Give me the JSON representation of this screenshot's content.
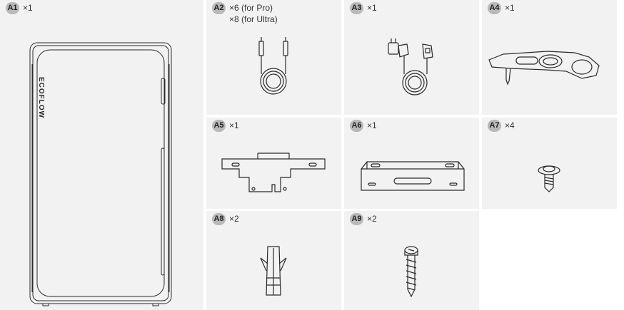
{
  "brand": "ECOFLOW",
  "line_color": "#2b2b2b",
  "cell_background": "#f2f2f2",
  "badge_color": "#b9b9b9",
  "items": [
    {
      "code": "A1",
      "qty": "×1",
      "icon": "battery-unit-icon"
    },
    {
      "code": "A2",
      "qty": "×6 (for Pro)",
      "qty_extra": "×8 (for Ultra)",
      "icon": "coiled-cable-icon"
    },
    {
      "code": "A3",
      "qty": "×1",
      "icon": "plug-cable-icon"
    },
    {
      "code": "A4",
      "qty": "×1",
      "icon": "wrench-tool-icon"
    },
    {
      "code": "A5",
      "qty": "×1",
      "icon": "mounting-bracket-icon"
    },
    {
      "code": "A6",
      "qty": "×1",
      "icon": "wall-bracket-icon"
    },
    {
      "code": "A7",
      "qty": "×4",
      "icon": "short-screw-icon"
    },
    {
      "code": "A8",
      "qty": "×2",
      "icon": "wall-anchor-icon"
    },
    {
      "code": "A9",
      "qty": "×2",
      "icon": "long-screw-icon"
    }
  ]
}
